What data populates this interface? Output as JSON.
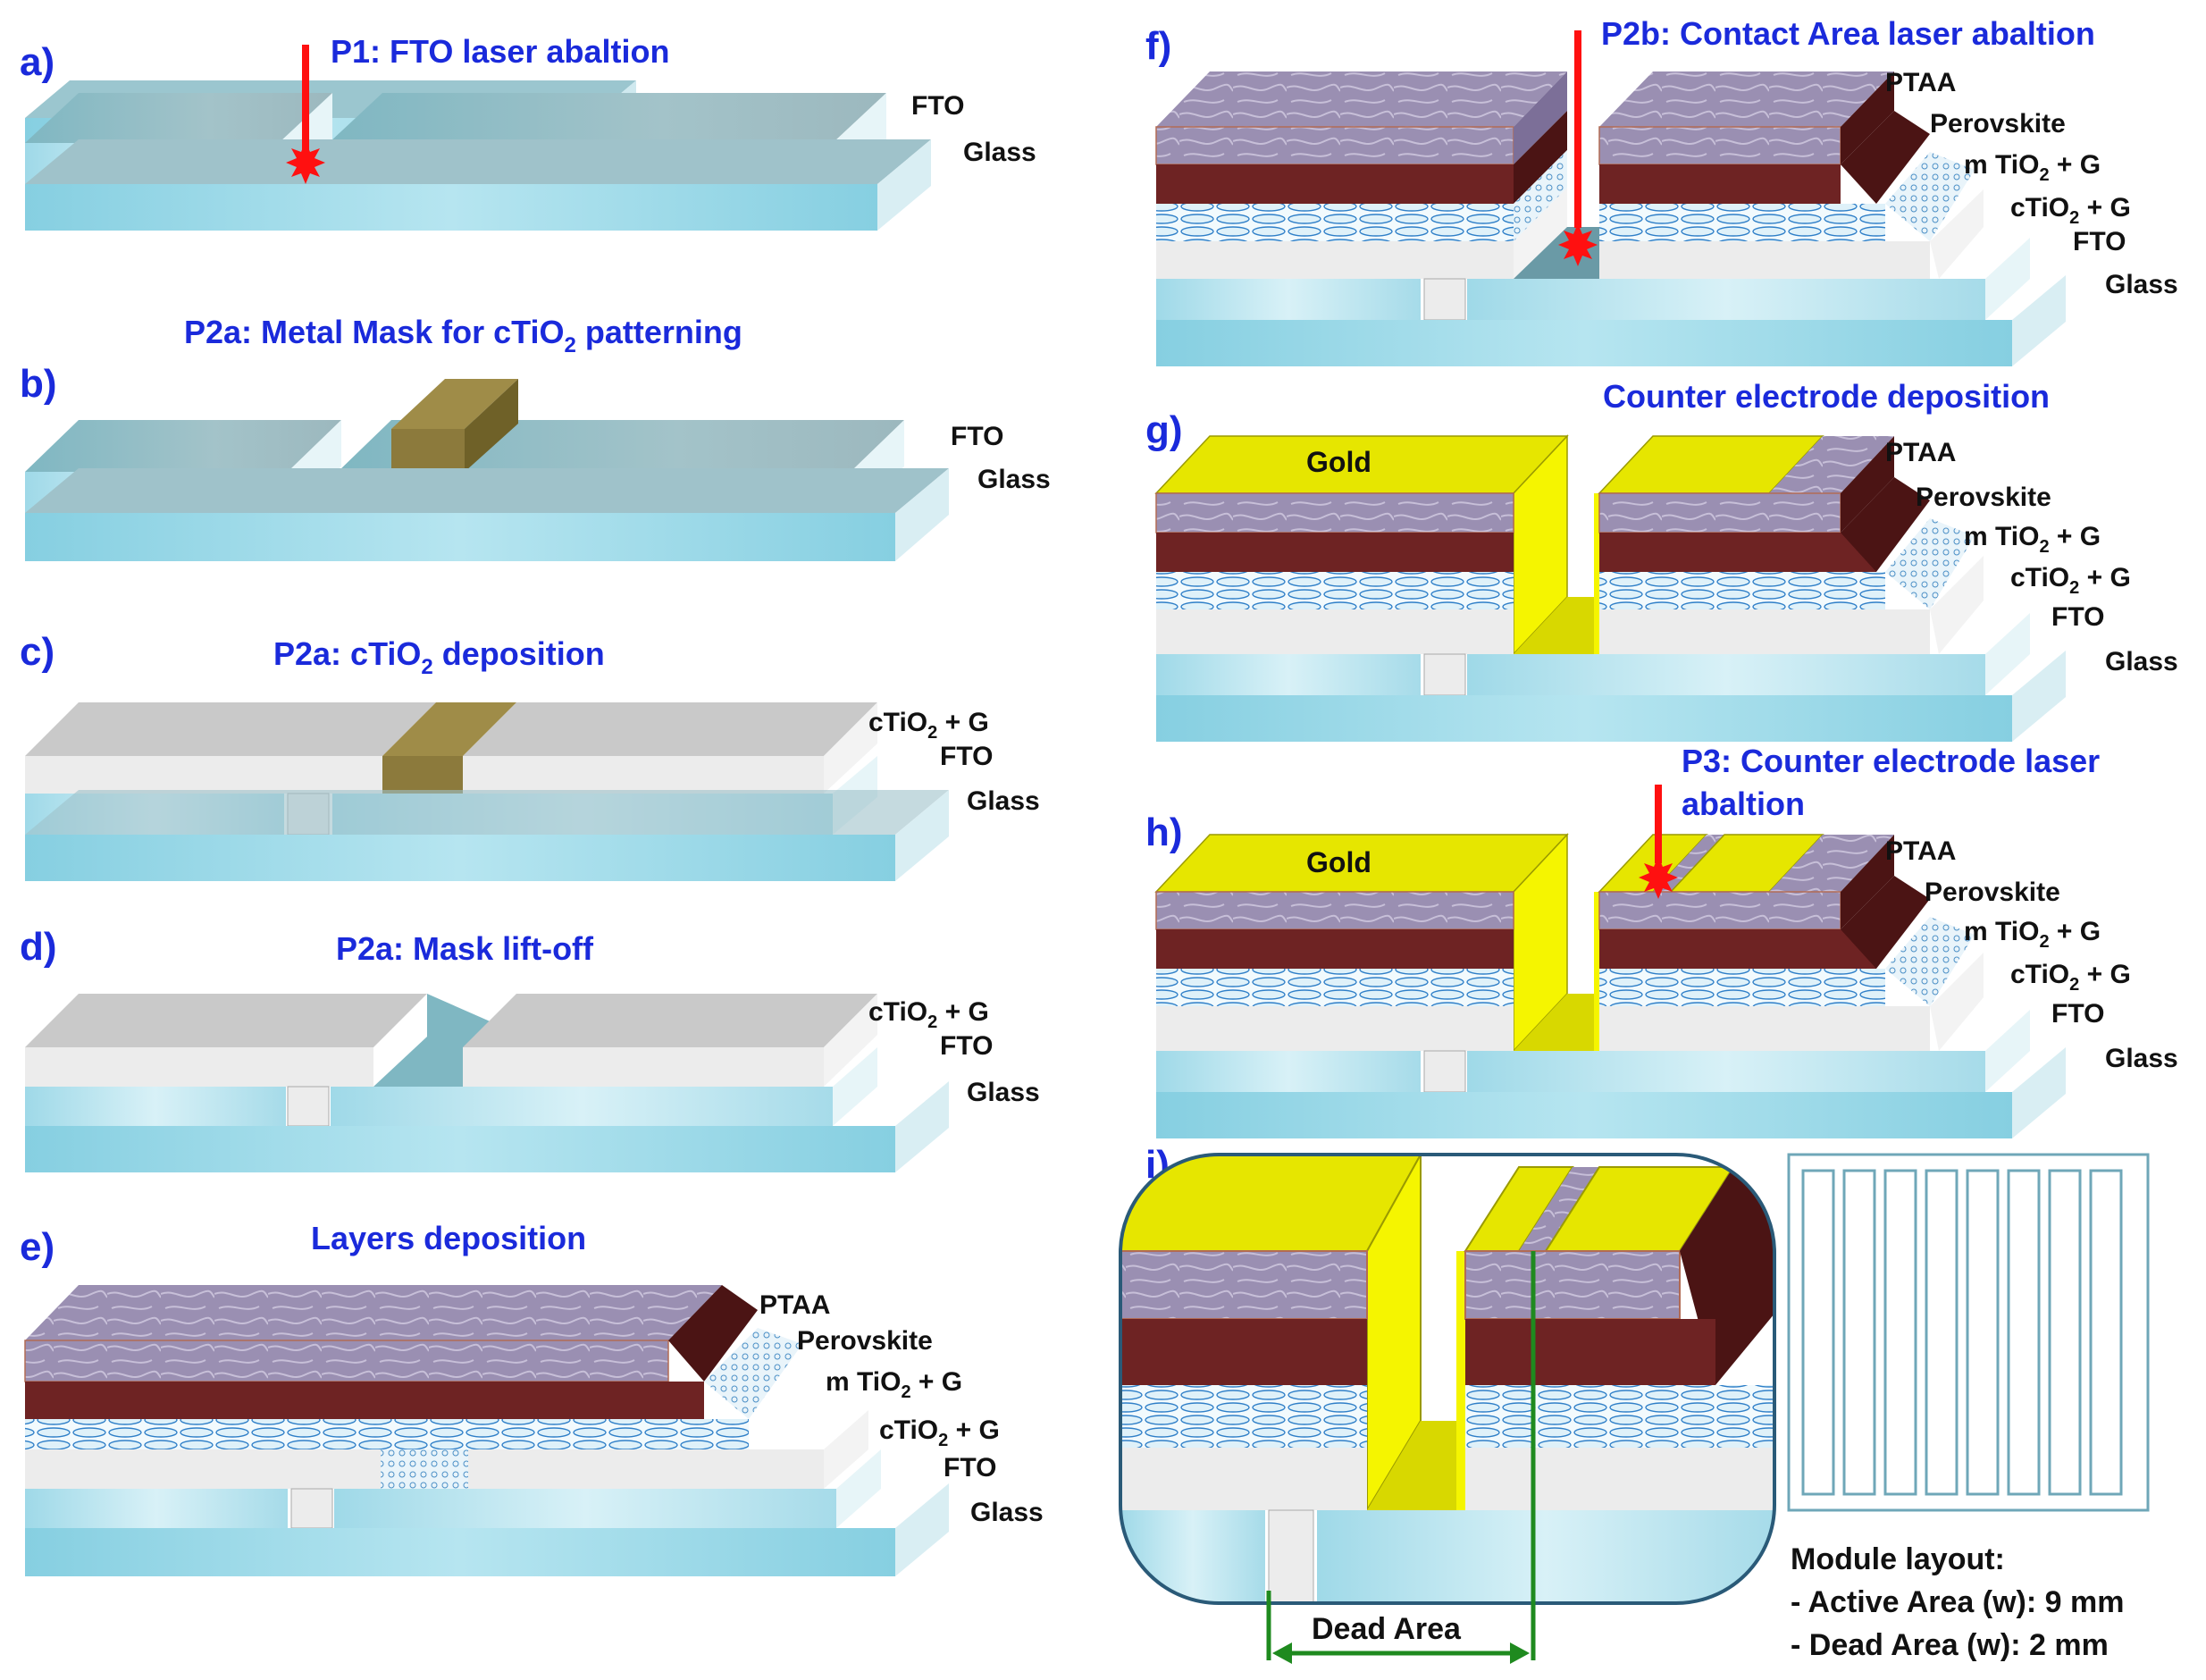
{
  "panels": {
    "a": {
      "letter": "a)",
      "title": "P1: FTO laser abaltion",
      "layers": [
        "FTO",
        "Glass"
      ]
    },
    "b": {
      "letter": "b)",
      "title_pre": "P2a: Metal Mask for cTiO",
      "title_sub": "2",
      "title_post": " patterning",
      "layers": [
        "FTO",
        "Glass"
      ]
    },
    "c": {
      "letter": "c)",
      "title_pre": "P2a: cTiO",
      "title_sub": "2",
      "title_post": " deposition",
      "layers": [
        "FTO",
        "Glass"
      ]
    },
    "d": {
      "letter": "d)",
      "title": "P2a: Mask lift-off",
      "layers": [
        "FTO",
        "Glass"
      ]
    },
    "e": {
      "letter": "e)",
      "title": "Layers deposition",
      "layers": [
        "PTAA",
        "Perovskite",
        "FTO",
        "Glass"
      ]
    },
    "f": {
      "letter": "f)",
      "title": "P2b: Contact Area laser abaltion",
      "layers": [
        "PTAA",
        "Perovskite",
        "FTO",
        "Glass"
      ]
    },
    "g": {
      "letter": "g)",
      "title": "Counter electrode deposition",
      "gold": "Gold",
      "layers": [
        "PTAA",
        "Perovskite",
        "FTO",
        "Glass"
      ]
    },
    "h": {
      "letter": "h)",
      "title_line1": "P3: Counter electrode laser",
      "title_line2": "abaltion",
      "gold": "Gold",
      "layers": [
        "PTAA",
        "Perovskite",
        "FTO",
        "Glass"
      ]
    },
    "i": {
      "letter": "i)",
      "dead_area": "Dead Area"
    }
  },
  "chem": {
    "mtio_pre": "m TiO",
    "ctio_pre": "cTiO",
    "sub": "2",
    "post": " + G"
  },
  "module": {
    "title": "Module layout:",
    "active": "- Active Area (w): 9 mm",
    "dead": "- Dead Area (w): 2 mm",
    "cells": 8
  },
  "colors": {
    "title_blue": "#1a2adb",
    "laser": "#ff1010",
    "glass": "#8fd3e3",
    "fto": "#a9d4de",
    "ctio2": "#e4e4e4",
    "mtio2": "#eaf6fb",
    "perovskite": "#6e2323",
    "ptaa": "#9389ad",
    "gold": "#f2f200",
    "mask": "#8c7a3c",
    "dead_area": "#1f8a1f",
    "module_line": "#6fa7b8"
  }
}
